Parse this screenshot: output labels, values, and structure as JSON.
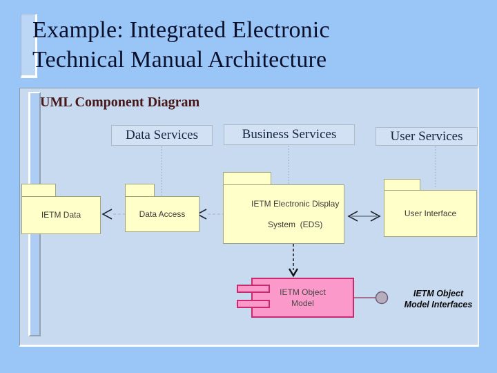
{
  "slide": {
    "title_lines": [
      "Example: Integrated Electronic",
      "Technical Manual Architecture"
    ],
    "heading": "UML Component Diagram"
  },
  "tiers": [
    {
      "label": "Data Services"
    },
    {
      "label": "Business Services"
    },
    {
      "label": "User Services"
    }
  ],
  "packages": [
    {
      "id": "ietm-data",
      "label": "IETM Data"
    },
    {
      "id": "data-access",
      "label": "Data Access"
    },
    {
      "id": "eds",
      "label_lines": [
        "IETM Electronic Display",
        "System  (EDS)"
      ]
    },
    {
      "id": "user-interface",
      "label": "User Interface"
    }
  ],
  "component": {
    "label_lines": [
      "IETM Object",
      "Model"
    ]
  },
  "interface": {
    "label_lines": [
      "IETM Object",
      "Model Interfaces"
    ]
  },
  "connectors": {
    "dependency_arrows": [
      "Data Access -> IETM Data (dashed, left arrowhead)",
      "IETM Electronic Display System (EDS) -> Data Access (dashed, left arrowhead)",
      "EDS <-> User Interface (solid, arrowheads both ends)",
      "EDS -> IETM Object Model (dashed, downward arrowhead)"
    ],
    "lollipop": "IETM Object Model provided interface circle"
  },
  "colors": {
    "outer-bg": "#99c6f7",
    "panel-bg": "#c7daef",
    "tier-box-bg": "#d2e1f3",
    "package-fill": "#ffffc9",
    "package-border": "#a3a37c",
    "component-fill": "#fc99cb",
    "component-border": "#c92a6d",
    "title-color": "#0a102b",
    "heading-color": "#471719",
    "tier-text-color": "#17233e",
    "lollipop-fill": "#b6aebc",
    "lollipop-stroke": "#6d5a78"
  }
}
